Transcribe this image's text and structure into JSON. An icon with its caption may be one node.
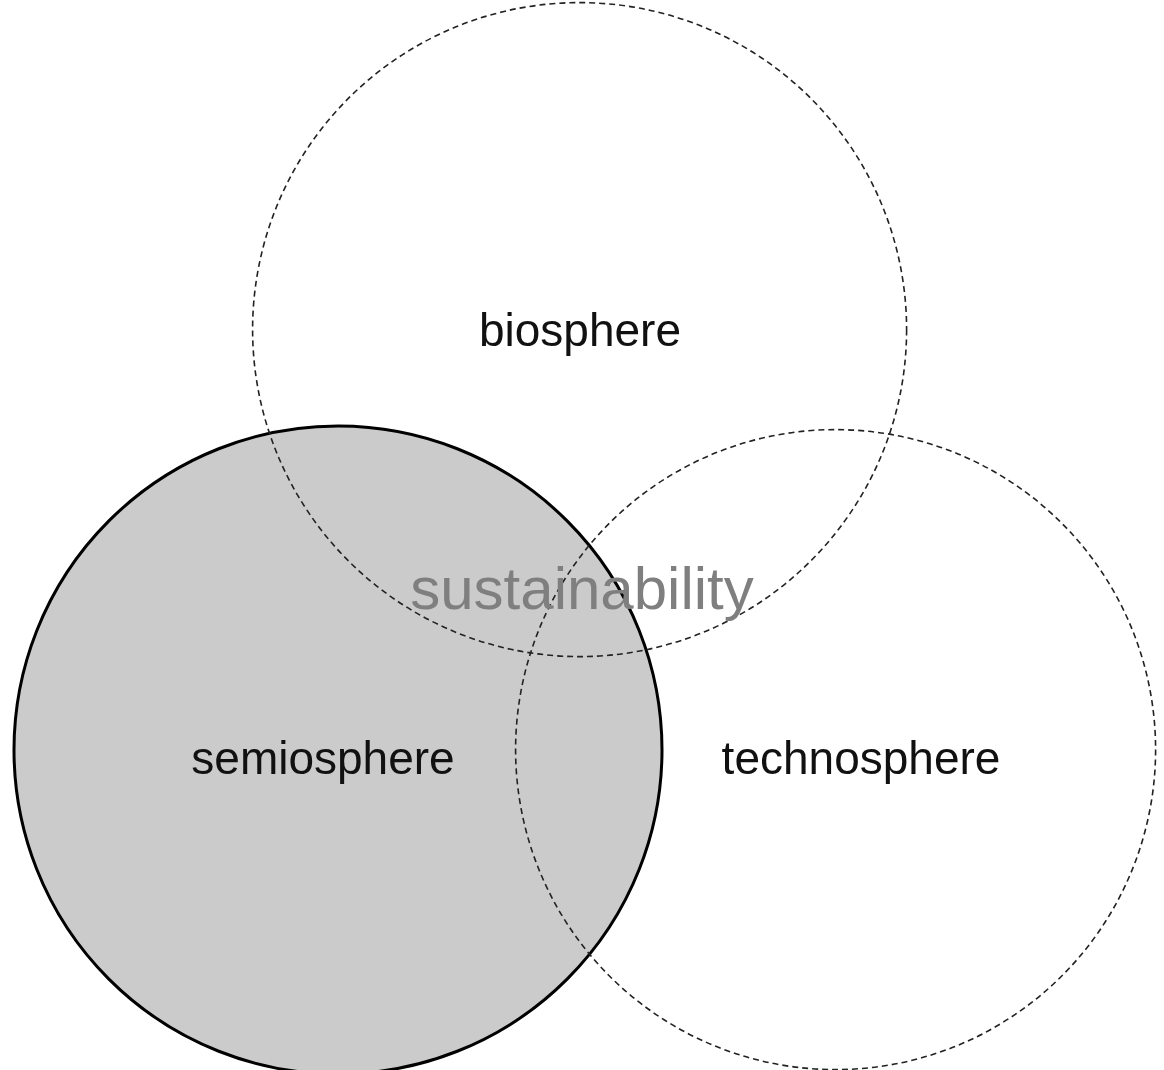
{
  "diagram": {
    "nodes": [
      {
        "text": [
          "biosphere"
        ]
      },
      {
        "text": [
          "semiosphere"
        ]
      },
      {
        "text": [
          "technosphere"
        ]
      }
    ],
    "labels": [
      "sustainability"
    ]
  }
}
